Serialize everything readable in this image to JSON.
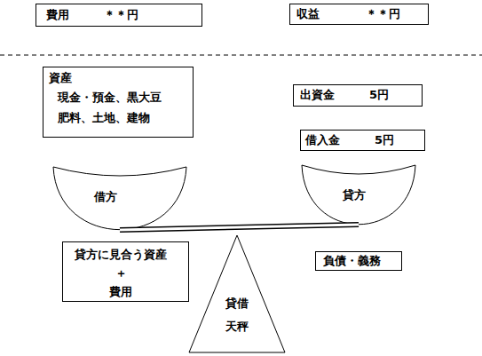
{
  "diagram": {
    "nodes": [
      {
        "text": [
          "費用　　　＊＊円"
        ]
      },
      {
        "text": [
          "収益　　　　＊＊円"
        ]
      },
      {
        "text": [
          "資産",
          "現金・預金、黒大豆 肥料、土地、建物"
        ]
      },
      {
        "text": [
          "出資金　　　5円"
        ]
      },
      {
        "text": [
          "借入金　　　5円"
        ]
      },
      {
        "text": [
          "借方"
        ]
      },
      {
        "text": [
          "貸方"
        ]
      },
      {
        "text": [
          "貸方に見合う資産 ＋ 費用"
        ]
      },
      {
        "text": [
          "貸借 天秤"
        ]
      },
      {
        "text": [
          "負債・義務"
        ]
      }
    ],
    "edges": [
      {
        "from": 5,
        "to": 6,
        "arrow": "none"
      }
    ]
  }
}
